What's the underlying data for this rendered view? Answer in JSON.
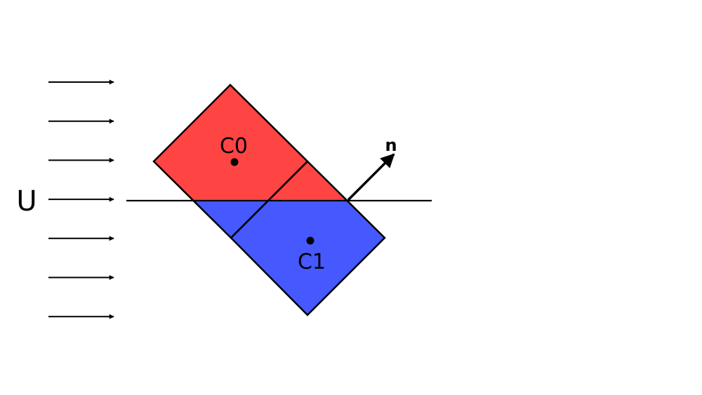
{
  "labels": {
    "flow": "U",
    "cell0": "C0",
    "cell1": "C1",
    "normal": "n"
  },
  "colors": {
    "upper_fluid": "#ff4444",
    "lower_fluid": "#4559ff",
    "stroke": "#000000",
    "background": "#ffffff"
  },
  "flow_arrows": {
    "count": 7
  }
}
